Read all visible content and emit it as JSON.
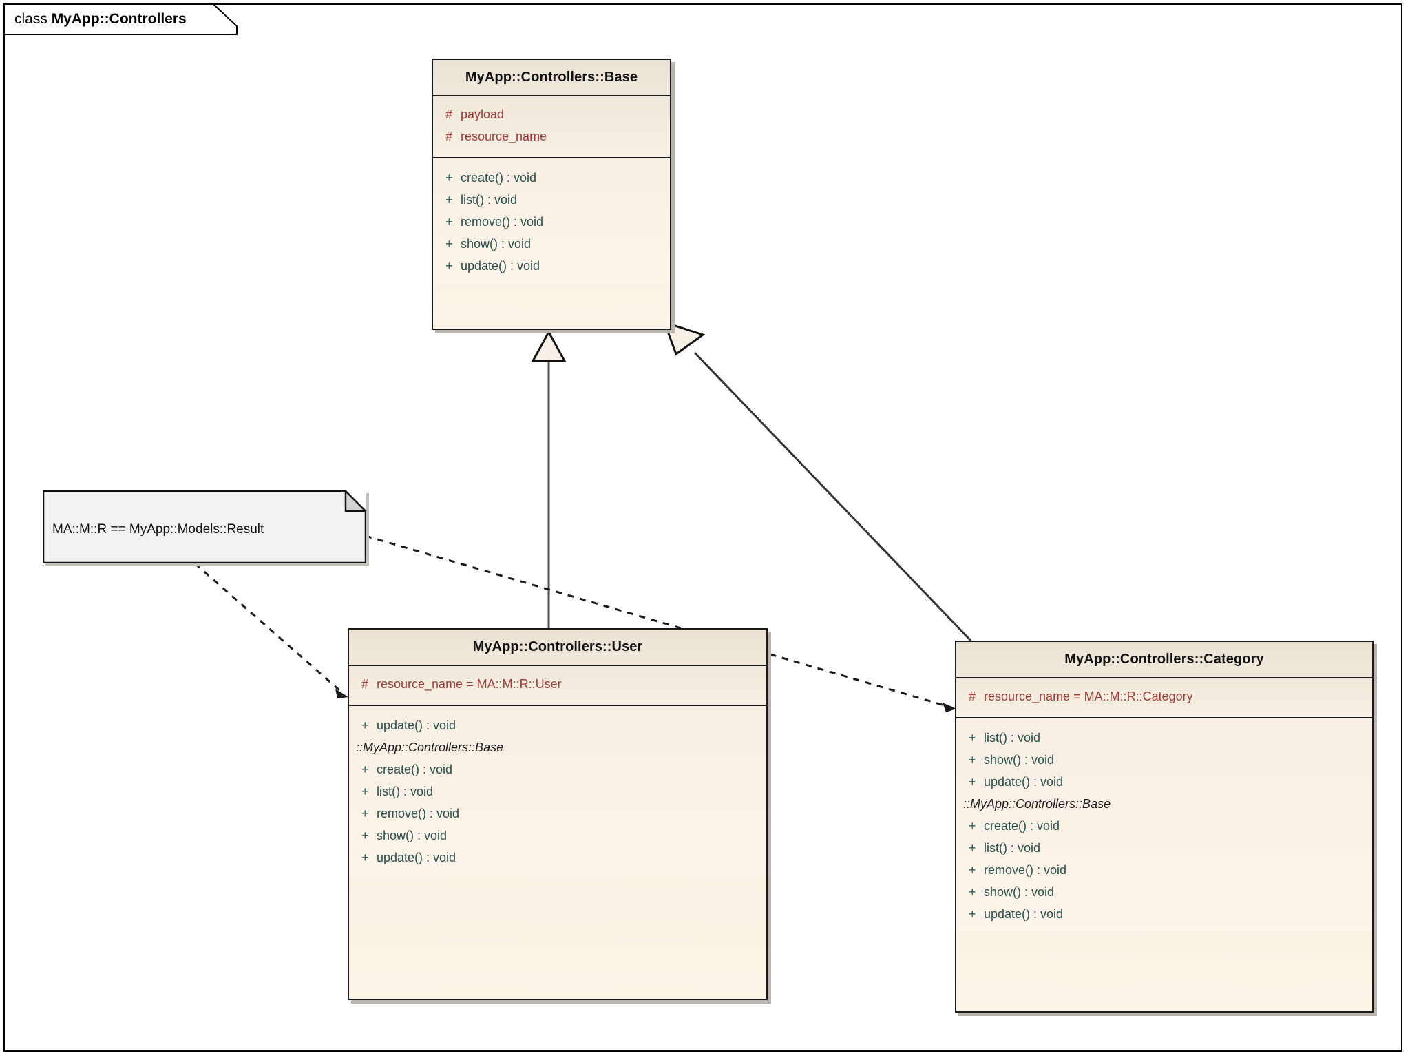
{
  "frame": {
    "keyword": "class",
    "name": "MyApp::Controllers"
  },
  "colors": {
    "node_border": "#1a1a1a",
    "node_fill_top": "#efe7da",
    "node_fill_bottom": "#fdf4e8",
    "attribute_text": "#9e3b35",
    "operation_text": "#2a4f4c",
    "shadow": "#b9b4ad",
    "note_fill": "#f2f2f2",
    "canvas": "#ffffff"
  },
  "classes": {
    "base": {
      "name": "MyApp::Controllers::Base",
      "attributes": [
        {
          "visibility": "#",
          "text": "payload"
        },
        {
          "visibility": "#",
          "text": "resource_name"
        }
      ],
      "operations": [
        {
          "visibility": "+",
          "text": "create() : void"
        },
        {
          "visibility": "+",
          "text": "list() : void"
        },
        {
          "visibility": "+",
          "text": "remove() : void"
        },
        {
          "visibility": "+",
          "text": "show() : void"
        },
        {
          "visibility": "+",
          "text": "update() : void"
        }
      ]
    },
    "user": {
      "name": "MyApp::Controllers::User",
      "attributes": [
        {
          "visibility": "#",
          "text": "resource_name = MA::M::R::User"
        }
      ],
      "operations": [
        {
          "visibility": "+",
          "text": "update() : void"
        }
      ],
      "inherited_from": "::MyApp::Controllers::Base",
      "inherited_operations": [
        {
          "visibility": "+",
          "text": "create() : void"
        },
        {
          "visibility": "+",
          "text": "list() : void"
        },
        {
          "visibility": "+",
          "text": "remove() : void"
        },
        {
          "visibility": "+",
          "text": "show() : void"
        },
        {
          "visibility": "+",
          "text": "update() : void"
        }
      ]
    },
    "category": {
      "name": "MyApp::Controllers::Category",
      "attributes": [
        {
          "visibility": "#",
          "text": "resource_name = MA::M::R::Category"
        }
      ],
      "operations": [
        {
          "visibility": "+",
          "text": "list() : void"
        },
        {
          "visibility": "+",
          "text": "show() : void"
        },
        {
          "visibility": "+",
          "text": "update() : void"
        }
      ],
      "inherited_from": "::MyApp::Controllers::Base",
      "inherited_operations": [
        {
          "visibility": "+",
          "text": "create() : void"
        },
        {
          "visibility": "+",
          "text": "list() : void"
        },
        {
          "visibility": "+",
          "text": "remove() : void"
        },
        {
          "visibility": "+",
          "text": "show() : void"
        },
        {
          "visibility": "+",
          "text": "update() : void"
        }
      ]
    }
  },
  "note": {
    "text": "MA::M::R == MyApp::Models::Result"
  },
  "relationships": [
    {
      "kind": "generalization",
      "from": "MyApp::Controllers::User",
      "to": "MyApp::Controllers::Base"
    },
    {
      "kind": "generalization",
      "from": "MyApp::Controllers::Category",
      "to": "MyApp::Controllers::Base"
    },
    {
      "kind": "note-anchor",
      "from": "note",
      "to": "MyApp::Controllers::User"
    },
    {
      "kind": "note-anchor",
      "from": "note",
      "to": "MyApp::Controllers::Category"
    }
  ]
}
